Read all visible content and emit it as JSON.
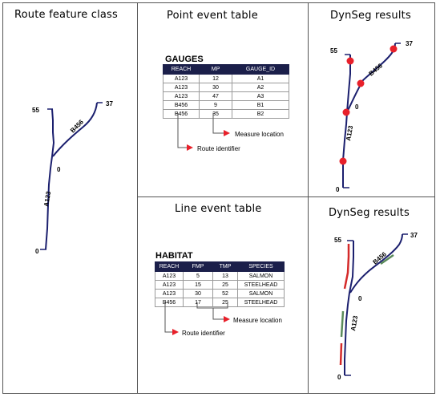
{
  "panels": {
    "route_feature_class": {
      "title": "Route feature class"
    },
    "point_event_table": {
      "title": "Point event table"
    },
    "dynseg_results_points": {
      "title": "DynSeg results"
    },
    "line_event_table": {
      "title": "Line event table"
    },
    "dynseg_results_lines": {
      "title": "DynSeg results"
    }
  },
  "route_labels": {
    "m55": "55",
    "m37": "37",
    "m0": "0",
    "route_a": "A123",
    "route_b": "B456",
    "m0_bottom": "0"
  },
  "gauges": {
    "name": "GAUGES",
    "columns": [
      "REACH",
      "MP",
      "GAUGE_ID"
    ],
    "rows": [
      [
        "A123",
        "12",
        "A1"
      ],
      [
        "A123",
        "30",
        "A2"
      ],
      [
        "A123",
        "47",
        "A3"
      ],
      [
        "B456",
        "9",
        "B1"
      ],
      [
        "B456",
        "35",
        "B2"
      ]
    ],
    "measure_callout": "Measure location",
    "route_callout": "Route identifier"
  },
  "habitat": {
    "name": "HABITAT",
    "columns": [
      "REACH",
      "FMP",
      "TMP",
      "SPECIES"
    ],
    "rows": [
      [
        "A123",
        "5",
        "13",
        "SALMON"
      ],
      [
        "A123",
        "15",
        "25",
        "STEELHEAD"
      ],
      [
        "A123",
        "30",
        "52",
        "SALMON"
      ],
      [
        "B456",
        "17",
        "25",
        "STEELHEAD"
      ]
    ],
    "measure_callout": "Measure location",
    "route_callout": "Route identifier"
  },
  "colors": {
    "route": "#1b1f6e",
    "point_event": "#e8202a",
    "salmon": "#d42a2a",
    "steelhead": "#5a8a5a",
    "callout_arrow": "#e8202a",
    "table_header": "#1b1f4a"
  }
}
